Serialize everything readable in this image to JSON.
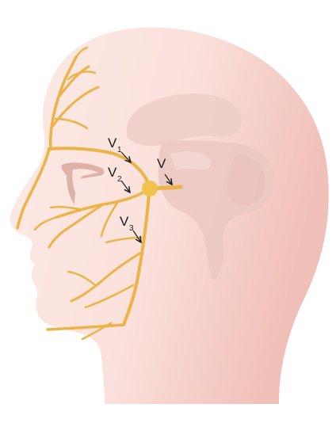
{
  "labels": {
    "v1": {
      "letter": "V",
      "sub": "1"
    },
    "v2": {
      "letter": "V",
      "sub": "2"
    },
    "v3": {
      "letter": "V",
      "sub": "3"
    },
    "v": {
      "letter": "V"
    }
  },
  "colors": {
    "skin_light": "#fbe3de",
    "skin_dark": "#f2c4bd",
    "brain": "#ecc9c3",
    "nerve": "#edb347",
    "ganglion": "#f1c24c",
    "eye": "#dfb2a6",
    "arrow": "#1a1a1a"
  }
}
